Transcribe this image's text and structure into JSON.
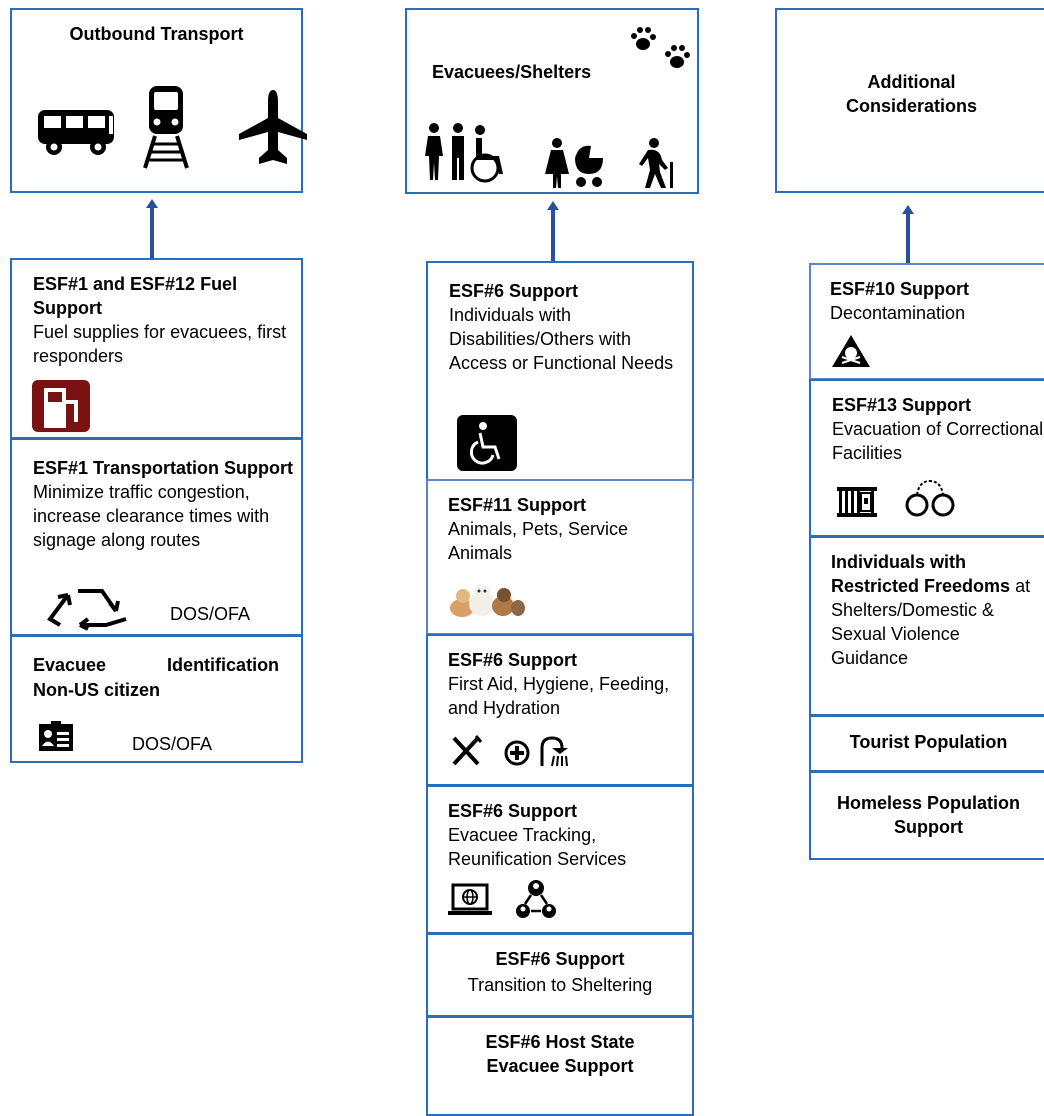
{
  "col1": {
    "top_title": "Outbound Transport",
    "fuel": {
      "title": "ESF#1 and ESF#12 Fuel Support",
      "body": "Fuel supplies for evacuees, first responders"
    },
    "transport": {
      "title": "ESF#1 Transportation Support",
      "body": " Minimize traffic congestion, increase clearance times with signage along routes",
      "tag": "DOS/OFA"
    },
    "identification": {
      "title_line1": "Evacuee Identification",
      "title_line2": "Non-US citizen",
      "tag": "DOS/OFA"
    }
  },
  "col2": {
    "top_title": "Evacuees/Shelters",
    "disabilities": {
      "title": "ESF#6 Support",
      "body": "Individuals with Disabilities/Others with Access or Functional Needs"
    },
    "animals": {
      "title": "ESF#11 Support",
      "body": "Animals, Pets, Service Animals"
    },
    "first_aid": {
      "title": "ESF#6 Support",
      "body": "First Aid, Hygiene, Feeding, and Hydration"
    },
    "tracking": {
      "title": "ESF#6 Support",
      "body": "Evacuee Tracking, Reunification Services"
    },
    "sheltering": {
      "title": "ESF#6 Support",
      "body": "Transition to Sheltering"
    },
    "host_state": {
      "title": "ESF#6 Host State Evacuee Support"
    }
  },
  "col3": {
    "top_title": "Additional Considerations",
    "decon": {
      "title": "ESF#10 Support",
      "body": "Decontamination"
    },
    "correctional": {
      "title": "ESF#13 Support",
      "body": "Evacuation of Correctional Facilities"
    },
    "restricted": {
      "title": "Individuals with Restricted Freedoms",
      "body": " at Shelters/Domestic & Sexual Violence Guidance"
    },
    "tourist": {
      "title": "Tourist Population"
    },
    "homeless": {
      "title": "Homeless Population Support"
    }
  }
}
